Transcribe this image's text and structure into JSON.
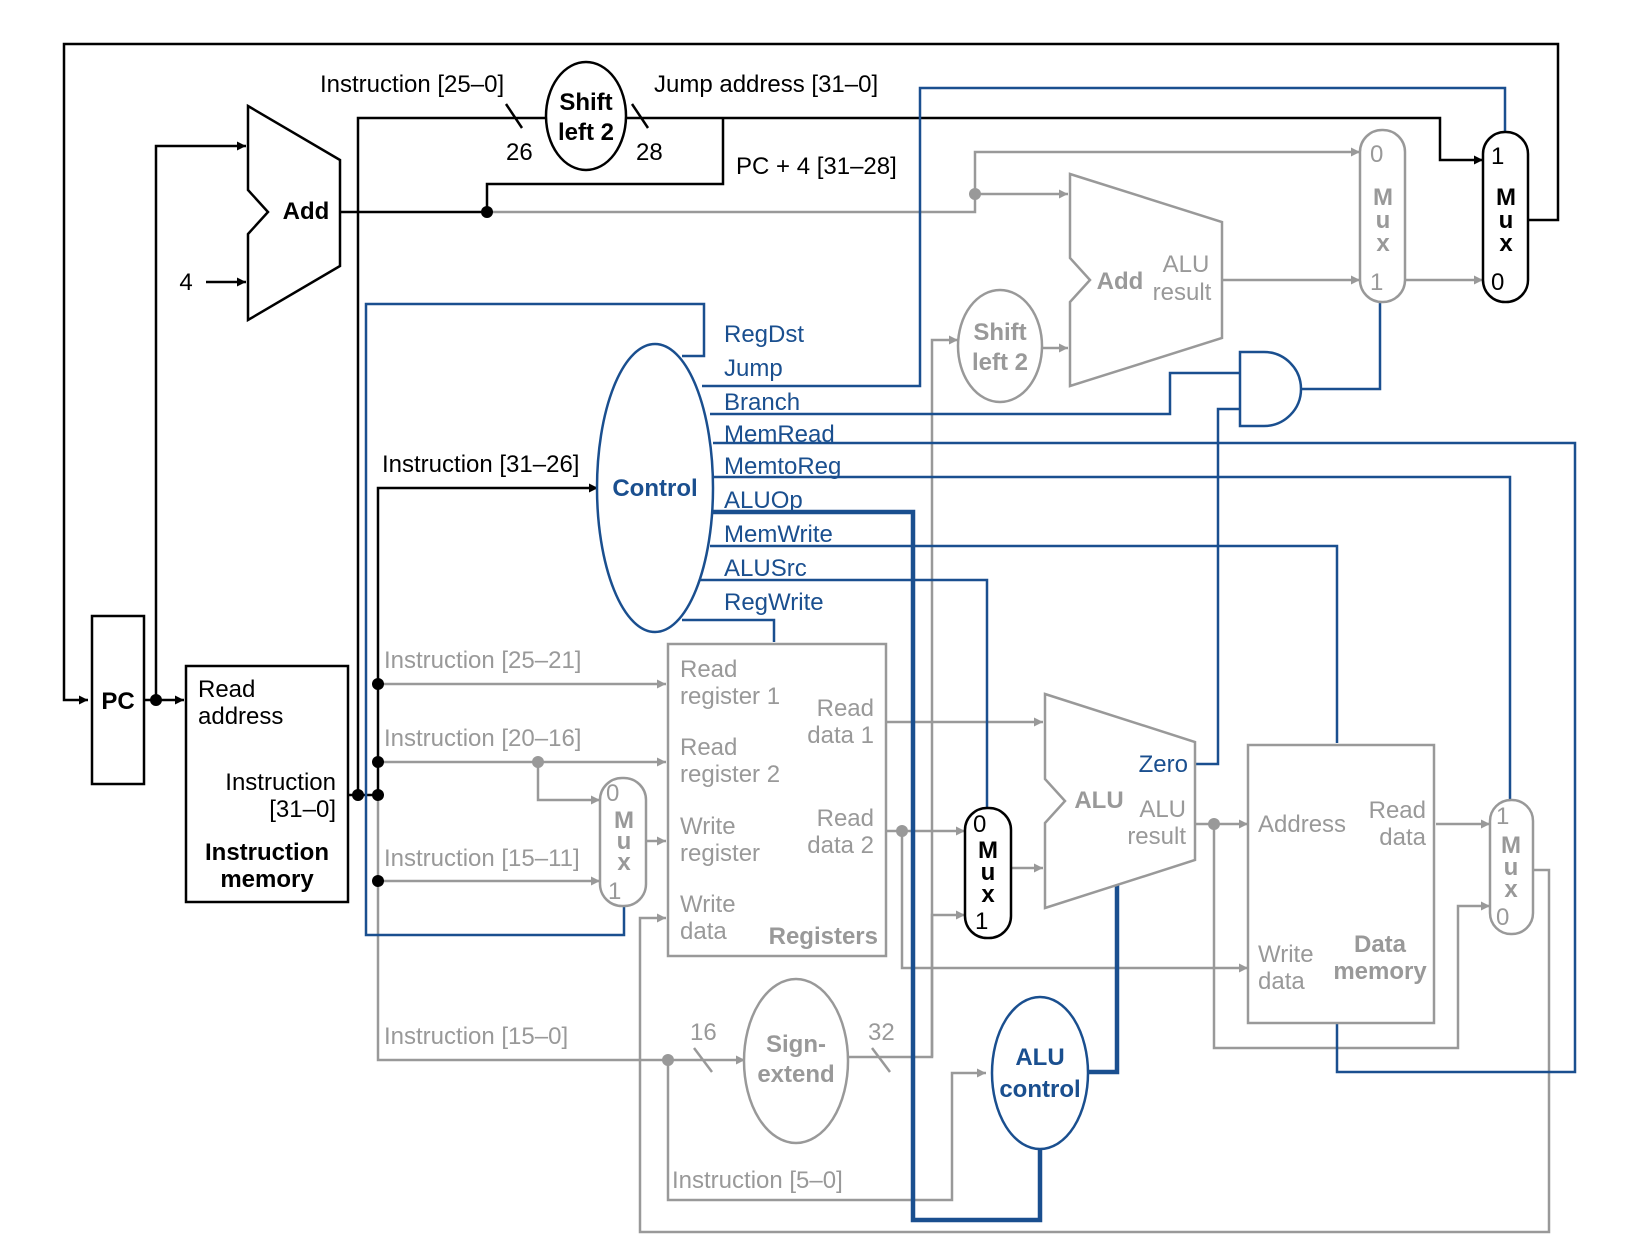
{
  "colors": {
    "black": "#000000",
    "gray": "#999999",
    "blue": "#1a4f8f"
  },
  "components": {
    "pc": "PC",
    "add_top": "Add",
    "const_4": "4",
    "shift_top": [
      "Shift",
      "left 2"
    ],
    "shift_mid": [
      "Shift",
      "left 2"
    ],
    "add_branch": "Add",
    "add_branch_result": [
      "ALU",
      "result"
    ],
    "mux": [
      "M",
      "u",
      "x"
    ],
    "mux_in0": "0",
    "mux_in1": "1",
    "control": "Control",
    "instr_mem": {
      "read_address": [
        "Read",
        "address"
      ],
      "instruction": [
        "Instruction",
        "[31–0]"
      ],
      "title": [
        "Instruction",
        "memory"
      ]
    },
    "registers": {
      "read_reg1": [
        "Read",
        "register 1"
      ],
      "read_reg2": [
        "Read",
        "register 2"
      ],
      "write_reg": [
        "Write",
        "register"
      ],
      "write_data": [
        "Write",
        "data"
      ],
      "read_data1": [
        "Read",
        "data 1"
      ],
      "read_data2": [
        "Read",
        "data 2"
      ],
      "title": "Registers"
    },
    "alu": {
      "name": "ALU",
      "zero": "Zero",
      "result": [
        "ALU",
        "result"
      ]
    },
    "data_mem": {
      "address": "Address",
      "read_data": [
        "Read",
        "data"
      ],
      "write_data": [
        "Write",
        "data"
      ],
      "title": [
        "Data",
        "memory"
      ]
    },
    "sign_extend": [
      "Sign-",
      "extend"
    ],
    "alu_control": [
      "ALU",
      "control"
    ]
  },
  "signals": {
    "control": [
      "RegDst",
      "Jump",
      "Branch",
      "MemRead",
      "MemtoReg",
      "ALUOp",
      "MemWrite",
      "ALUSrc",
      "RegWrite"
    ]
  },
  "labels": {
    "instr_25_0": "Instruction [25–0]",
    "jump_address": "Jump address [31–0]",
    "pc4": "PC + 4 [31–28]",
    "bits_26": "26",
    "bits_28": "28",
    "instr_31_26": "Instruction [31–26]",
    "instr_25_21": "Instruction [25–21]",
    "instr_20_16": "Instruction [20–16]",
    "instr_15_11": "Instruction [15–11]",
    "instr_15_0": "Instruction [15–0]",
    "instr_5_0": "Instruction [5–0]",
    "bits_16": "16",
    "bits_32": "32"
  }
}
